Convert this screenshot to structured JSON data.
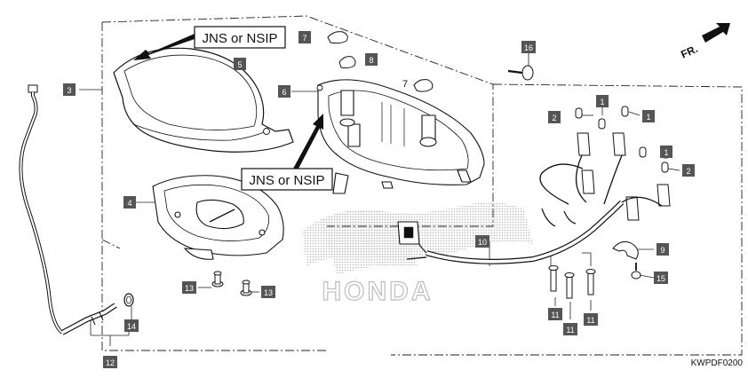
{
  "diagram": {
    "callouts": [
      {
        "id": "c3",
        "label": "3"
      },
      {
        "id": "c4",
        "label": "4"
      },
      {
        "id": "c5",
        "label": "5"
      },
      {
        "id": "c6",
        "label": "6"
      },
      {
        "id": "c7a",
        "label": "7"
      },
      {
        "id": "c7b",
        "label": "7"
      },
      {
        "id": "c8",
        "label": "8"
      },
      {
        "id": "c16",
        "label": "16"
      },
      {
        "id": "c1a",
        "label": "1"
      },
      {
        "id": "c1b",
        "label": "1"
      },
      {
        "id": "c1c",
        "label": "1"
      },
      {
        "id": "c2a",
        "label": "2"
      },
      {
        "id": "c2b",
        "label": "2"
      },
      {
        "id": "c9",
        "label": "9"
      },
      {
        "id": "c10",
        "label": "10"
      },
      {
        "id": "c11a",
        "label": "11"
      },
      {
        "id": "c11b",
        "label": "11"
      },
      {
        "id": "c11c",
        "label": "11"
      },
      {
        "id": "c12",
        "label": "12"
      },
      {
        "id": "c13a",
        "label": "13"
      },
      {
        "id": "c13b",
        "label": "13"
      },
      {
        "id": "c14",
        "label": "14"
      },
      {
        "id": "c15",
        "label": "15"
      }
    ],
    "notes": {
      "jns_top": "JNS or NSIP",
      "jns_mid": "JNS or NSIP",
      "front_indicator": "FR.",
      "watermark": "HONDA",
      "diagram_code": "KWPDF0200"
    }
  }
}
